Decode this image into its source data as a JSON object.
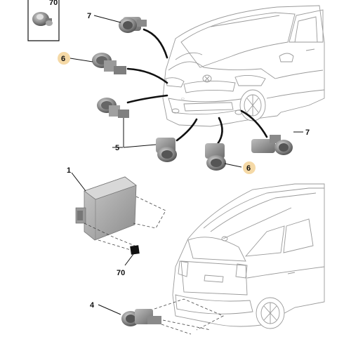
{
  "callouts": {
    "inset_ref": "70",
    "sensor_7_top": "7",
    "sensor_6_left": "6",
    "sensor_5": "5",
    "sensor_7_right": "7",
    "sensor_6_right": "6",
    "ecu": "1",
    "ecu_connector": "70",
    "rear_sensor": "4"
  },
  "colors": {
    "highlight_badge": "#f5d9a6",
    "sensor_dark": "#6e6e6e",
    "sensor_mid": "#9c9c9c",
    "sensor_light": "#cfcfcf",
    "car_outline": "#9a9a9a"
  }
}
